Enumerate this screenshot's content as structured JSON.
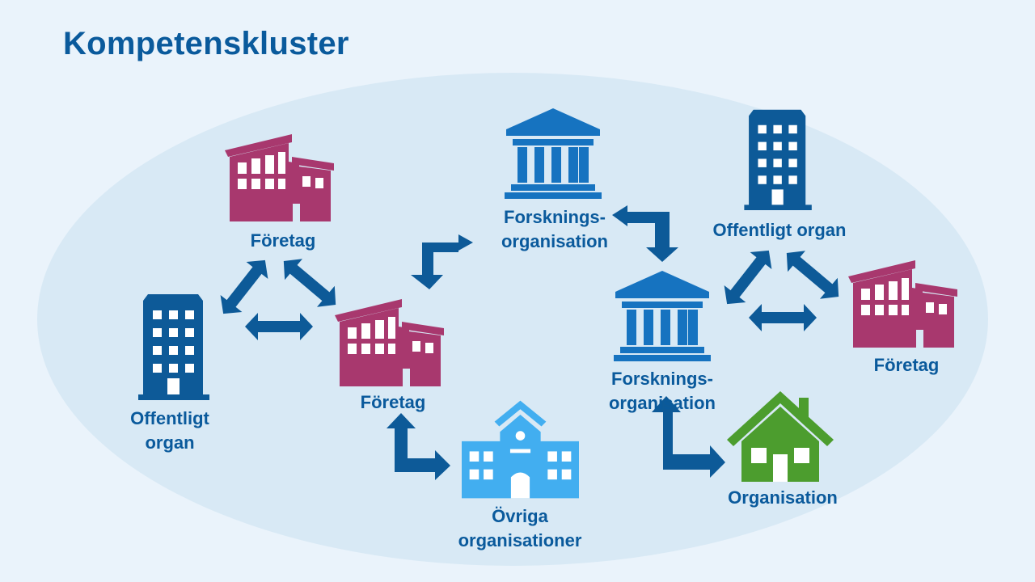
{
  "title": "Kompetenskluster",
  "colors": {
    "background": "#eaf3fb",
    "ellipse": "#d8e9f5",
    "title_text": "#0a5a9c",
    "arrow": "#0d5a98",
    "company_icon": "#a8386e",
    "public_body_icon": "#0d5a98",
    "research_icon": "#1673c0",
    "other_org_icon": "#42aef0",
    "organisation_icon": "#4c9d2e"
  },
  "nodes": {
    "foretag_top": {
      "icon": "factory-icon",
      "label": "Företag"
    },
    "foretag_mid": {
      "icon": "factory-icon",
      "label": "Företag"
    },
    "offentligt_left": {
      "icon": "office-building-icon",
      "label": "Offentligt\norgan"
    },
    "forsknings_top": {
      "icon": "institution-icon",
      "label": "Forsknings-\norganisation"
    },
    "forsknings_mid": {
      "icon": "institution-icon",
      "label": "Forsknings-\norganisation"
    },
    "offentligt_right": {
      "icon": "office-building-icon",
      "label": "Offentligt organ"
    },
    "foretag_right": {
      "icon": "factory-icon",
      "label": "Företag"
    },
    "ovriga": {
      "icon": "school-building-icon",
      "label": "Övriga\norganisationer"
    },
    "organisation": {
      "icon": "house-icon",
      "label": "Organisation"
    }
  },
  "connections": [
    {
      "from": "foretag_top",
      "to": "offentligt_left",
      "style": "double-arrow"
    },
    {
      "from": "foretag_top",
      "to": "foretag_mid",
      "style": "double-arrow"
    },
    {
      "from": "offentligt_left",
      "to": "foretag_mid",
      "style": "double-arrow"
    },
    {
      "from": "foretag_mid",
      "to": "forsknings_top",
      "style": "elbow-double-arrow"
    },
    {
      "from": "forsknings_top",
      "to": "forsknings_mid",
      "style": "elbow-double-arrow"
    },
    {
      "from": "foretag_mid",
      "to": "ovriga",
      "style": "elbow-double-arrow"
    },
    {
      "from": "forsknings_mid",
      "to": "organisation",
      "style": "elbow-double-arrow"
    },
    {
      "from": "forsknings_mid",
      "to": "offentligt_right",
      "style": "double-arrow"
    },
    {
      "from": "offentligt_right",
      "to": "foretag_right",
      "style": "double-arrow"
    },
    {
      "from": "forsknings_mid",
      "to": "foretag_right",
      "style": "double-arrow"
    }
  ]
}
